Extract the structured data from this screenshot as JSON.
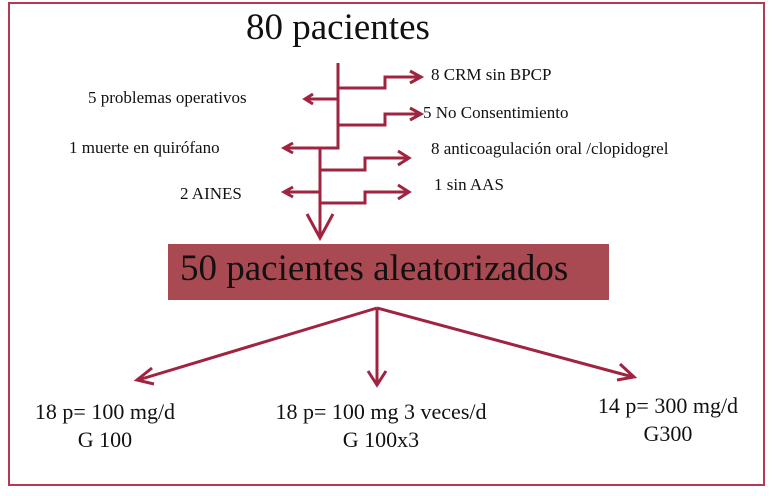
{
  "diagram": {
    "title": "80 pacientes",
    "exclusions_left": [
      "5 problemas operativos",
      "1 muerte en quirófano",
      "2 AINES"
    ],
    "exclusions_right": [
      "8 CRM sin BPCP",
      "5 No Consentimiento",
      "8 anticoagulación oral /clopidogrel",
      "1 sin AAS"
    ],
    "randomized": "50 pacientes aleatorizados",
    "groups": [
      {
        "line1": "18 p= 100 mg/d",
        "line2": "G 100"
      },
      {
        "line1": "18 p= 100 mg 3 veces/d",
        "line2": "G 100x3"
      },
      {
        "line1": "14 p= 300 mg/d",
        "line2": "G300"
      }
    ]
  },
  "colors": {
    "arrow": "#a0243f",
    "border": "#b23a52",
    "box_fill": "#a94a53"
  }
}
